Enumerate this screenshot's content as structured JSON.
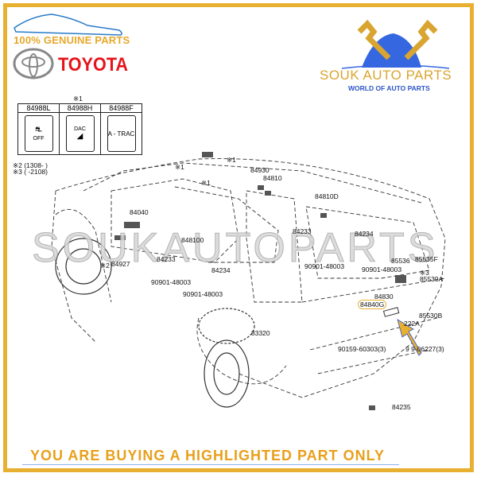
{
  "branding": {
    "genuine": "100% GENUINE PARTS",
    "brand": "TOYOTA",
    "store_name": "SOUK AUTO PARTS",
    "store_tagline": "WORLD OF AUTO PARTS",
    "watermark": "SOUKAUTOPARTS",
    "footer": "YOU ARE BUYING A HIGHLIGHTED PART ONLY"
  },
  "colors": {
    "gold": "#e8b031",
    "red": "#e5141b",
    "blue": "#2c55c8"
  },
  "switch_table": {
    "mark": "※1",
    "parts": [
      {
        "number": "84988L",
        "label": "OFF"
      },
      {
        "number": "84988H",
        "label": "DAC"
      },
      {
        "number": "84988F",
        "label": "A - TRAC"
      }
    ],
    "notes": [
      "※2 (1308-      )",
      "※3 (      -2108)"
    ]
  },
  "labels": {
    "roof_marks": [
      "※1",
      "※1",
      "※1"
    ],
    "p84930": "84930",
    "p84810": "84810",
    "p84810D": "84810D",
    "p84233_r": "84233",
    "p84234_r": "84234",
    "p90901_r1": "90901-48003",
    "p90901_r2": "90901-48003",
    "p85536": "85536",
    "p85535F": "85535F",
    "mark3": "※3",
    "p85539A": "85539A",
    "p84830": "84830",
    "p84840G": "84840G",
    "p85530B": "85530B",
    "p86222A": "222A",
    "p83320": "83320",
    "p90159a": "90159-60303(3)",
    "p90159b": "9  9-06227(3)",
    "p84235": "84235",
    "p84040": "84040",
    "p848100": "848100",
    "p84233_l": "84233",
    "mark2": "※2",
    "p84927": "84927",
    "p84234_l": "84234",
    "p90901_l1": "90901-48003",
    "p90901_l2": "90901-48003"
  }
}
